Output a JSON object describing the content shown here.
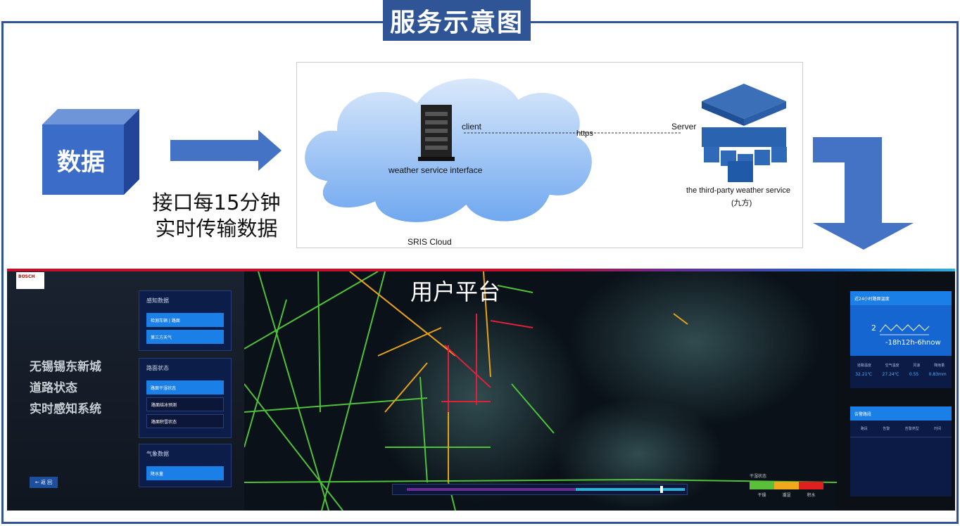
{
  "title": "服务示意图",
  "data_cube": {
    "label": "数据"
  },
  "interface_note": {
    "line1": "接口每15分钟",
    "line2": "实时传输数据"
  },
  "diagram": {
    "client_label": "client",
    "client_name": "weather service interface",
    "link_label": "https",
    "server_label": "Server",
    "server_name": "the third-party weather service",
    "server_sub": "(九方)",
    "cloud_label": "SRIS Cloud"
  },
  "platform": {
    "title": "用户平台",
    "logo": "BOSCH",
    "system_lines": [
      "无锡锡东新城",
      "道路状态",
      "实时感知系统"
    ],
    "back_button": "← 返 回",
    "panels": [
      {
        "header": "感知数据",
        "buttons": [
          "检测车辆 | 路面",
          "第三方天气"
        ]
      },
      {
        "header": "路面状态",
        "buttons": [
          "路面干湿状态",
          "路面结冰预测",
          "路面积雪状态"
        ]
      },
      {
        "header": "气象数据",
        "buttons": [
          "降水量"
        ]
      }
    ],
    "right_panel_1": {
      "header": "近24小时路面温度",
      "stats": [
        {
          "label": "道路温度",
          "value": "32.21℃"
        },
        {
          "label": "空气温度",
          "value": "27.24℃"
        },
        {
          "label": "风速",
          "value": "0.55"
        },
        {
          "label": "降雨量",
          "value": "0.83mm"
        }
      ],
      "time_labels": "-18h12h-6hnow",
      "value_prefix": "2"
    },
    "right_panel_2": {
      "header": "告警路段",
      "columns": [
        "路段",
        "告警",
        "告警类型",
        "时间"
      ]
    },
    "legend": {
      "title": "干湿状态",
      "items": [
        "干燥",
        "潮湿",
        "积水"
      ],
      "colors": [
        "#5bbf3a",
        "#f2a81d",
        "#e02020"
      ]
    },
    "colors": {
      "accent": "#1b7fe8",
      "road_green": "#4fc13a",
      "road_orange": "#e8a21a",
      "road_red": "#e0203a"
    }
  }
}
